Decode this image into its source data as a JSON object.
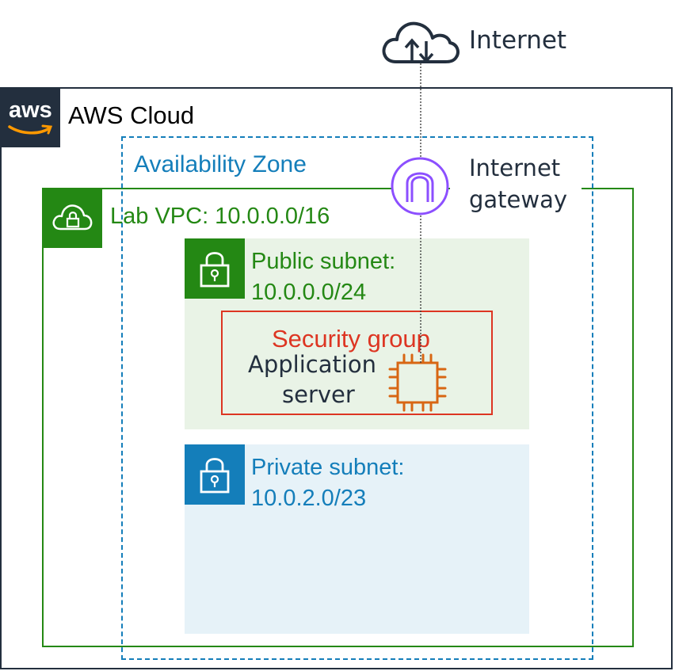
{
  "internet": {
    "label": "Internet"
  },
  "aws_cloud": {
    "label": "AWS Cloud",
    "logo_text": "aws"
  },
  "availability_zone": {
    "label": "Availability Zone"
  },
  "internet_gateway": {
    "label_line1": "Internet",
    "label_line2": "gateway"
  },
  "vpc": {
    "label": "Lab VPC: 10.0.0.0/16"
  },
  "public_subnet": {
    "label_line1": "Public subnet:",
    "label_line2": "10.0.0.0/24"
  },
  "security_group": {
    "label": "Security group"
  },
  "app_server": {
    "label_line1": "Application",
    "label_line2": "server"
  },
  "private_subnet": {
    "label_line1": "Private subnet:",
    "label_line2": "10.0.2.0/23"
  },
  "colors": {
    "aws_dark": "#232f3e",
    "vpc_green": "#248814",
    "az_blue": "#147eba",
    "igw_purple": "#8c4fff",
    "sg_red": "#dd3522",
    "ec2_orange": "#d86613",
    "public_fill": "#e9f3e6",
    "private_fill": "#e6f2f8"
  }
}
